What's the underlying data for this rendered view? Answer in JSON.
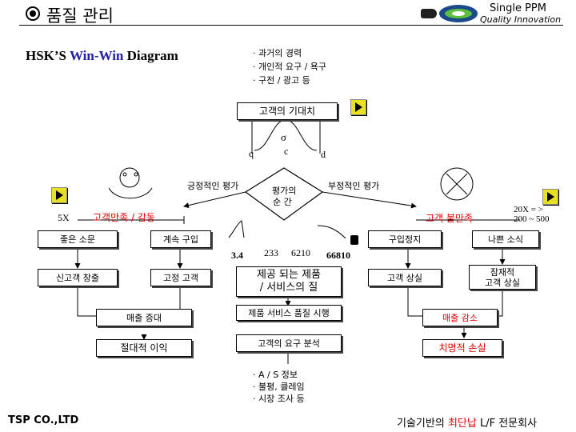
{
  "header": {
    "title": "품질 관리",
    "brand_line1": "Single PPM",
    "brand_line2": "Quality Innovation"
  },
  "diagram_title": {
    "prefix": "HSK’S ",
    "highlight": "Win-Win",
    "suffix": " Diagram"
  },
  "expectation_factors": [
    "· 과거의 경력",
    "· 개인적 요구 /  욕구",
    "· 구전 /  광고 등"
  ],
  "center": {
    "expectation_box": "고객의 기대치",
    "sigma": "σ",
    "q": "q",
    "c": "c",
    "d": "d",
    "evaluation_line1": "평가의",
    "evaluation_line2": "순  간",
    "positive_eval": "긍정적인 평가",
    "negative_eval": "부정적인 평가",
    "value_3_4": "3.4",
    "value_233": "233",
    "value_6210": "6210",
    "value_66810": "66810"
  },
  "left": {
    "scale": "5X",
    "satisfaction": "고객만족 /  감동",
    "good_rumor": "좋은 소문",
    "continued_purchase": "계속 구입",
    "new_customer": "신고객 창출",
    "loyal_customer": "고정 고객",
    "sales_increase": "매출 증대",
    "absolute_profit": "절대적 이익"
  },
  "right": {
    "scale_line1": "20X = >",
    "scale_line2": "200 ~ 500",
    "dissatisfaction": "고객 불만족",
    "stop_purchase": "구입정지",
    "bad_rumor": "나쁜 소식",
    "customer_loss": "고객 상실",
    "potential_loss_line1": "잠재적",
    "potential_loss_line2": "고객 상실",
    "sales_decrease": "매출 감소",
    "fatal_loss": "치명적 손실"
  },
  "middle": {
    "product_quality_line1": "제공 되는 제품",
    "product_quality_line2": "/ 서비스의  질",
    "quality_policy": "제품 서비스 품질 시행",
    "needs_analysis": "고객의 요구 분석"
  },
  "info_sources": [
    "· A / S 정보",
    "· 불평,  클레임",
    "· 시장 조사 등"
  ],
  "footer": {
    "company": "TSP CO.,LTD",
    "slogan_prefix": "기술기반의 ",
    "slogan_highlight": "최단납",
    "slogan_suffix": " L/F 전문회사"
  },
  "colors": {
    "accent_red": "#e00000",
    "accent_blue": "#2020a0",
    "arrow_button": "#e8e020"
  }
}
